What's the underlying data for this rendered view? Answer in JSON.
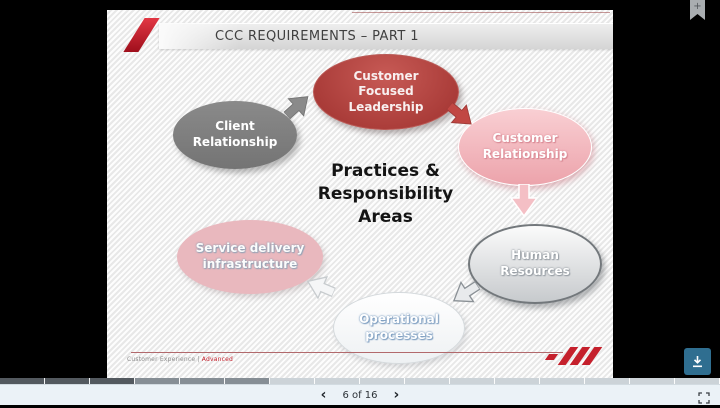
{
  "viewer": {
    "bookmark_glyph": "+",
    "nav": {
      "prev_glyph": "‹",
      "next_glyph": "›",
      "position": "6 of 16"
    },
    "progress": {
      "current": 6,
      "total": 16,
      "percent": 37.5
    },
    "colors": {
      "download_button": "#2f6e90",
      "stage_background": "#000000",
      "navbar_background": "#ebf2f7"
    }
  },
  "slide": {
    "title": "CCC REQUIREMENTS – PART 1",
    "center_text": "Practices &\nResponsibility\nAreas",
    "footer": {
      "brand": "Customer Experience |",
      "brand_accent": "Advanced"
    },
    "colors": {
      "accent_red": "#c5202c",
      "title_text": "#3f3f3f"
    },
    "nodes": [
      {
        "id": "customer-focused-leadership",
        "label": "Customer\nFocused\nLeadership",
        "fill": "#aa3b38"
      },
      {
        "id": "client-relationship",
        "label": "Client\nRelationship",
        "fill": "#7d7d7d"
      },
      {
        "id": "customer-relationship",
        "label": "Customer\nRelationship",
        "fill": "#f0b3ba"
      },
      {
        "id": "service-delivery-infrastructure",
        "label": "Service delivery\ninfrastructure",
        "fill": "#e9b8be"
      },
      {
        "id": "human-resources",
        "label": "Human\nResources",
        "fill": "#d9dcdf"
      },
      {
        "id": "operational-processes",
        "label": "Operational\nprocesses",
        "fill": "#ffffff"
      }
    ],
    "connections": [
      {
        "from": "client-relationship",
        "to": "customer-focused-leadership",
        "color": "#8a8a8a"
      },
      {
        "from": "customer-focused-leadership",
        "to": "customer-relationship",
        "color": "#c14743"
      },
      {
        "from": "customer-relationship",
        "to": "human-resources",
        "color": "#f4bfc5"
      },
      {
        "from": "human-resources",
        "to": "operational-processes",
        "color": "#e8eaec"
      },
      {
        "from": "operational-processes",
        "to": "service-delivery-infrastructure",
        "color": "#f5f6f7"
      }
    ]
  }
}
